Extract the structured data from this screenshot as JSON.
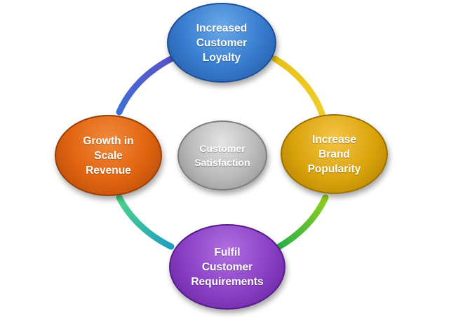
{
  "diagram": {
    "nodes": {
      "top": "Increased\nCustomer\nLoyalty",
      "right": "Increase\nBrand\nPopularity",
      "bottom": "Fulfil\nCustomer\nRequirements",
      "left": "Growth in\nScale\nRevenue",
      "center": "Customer\nSatisfaction"
    },
    "colors": {
      "top": "#3a7fd0",
      "right": "#d9a30a",
      "bottom": "#8a3fc4",
      "left": "#e0630f",
      "center": "#b9b9b9"
    }
  }
}
